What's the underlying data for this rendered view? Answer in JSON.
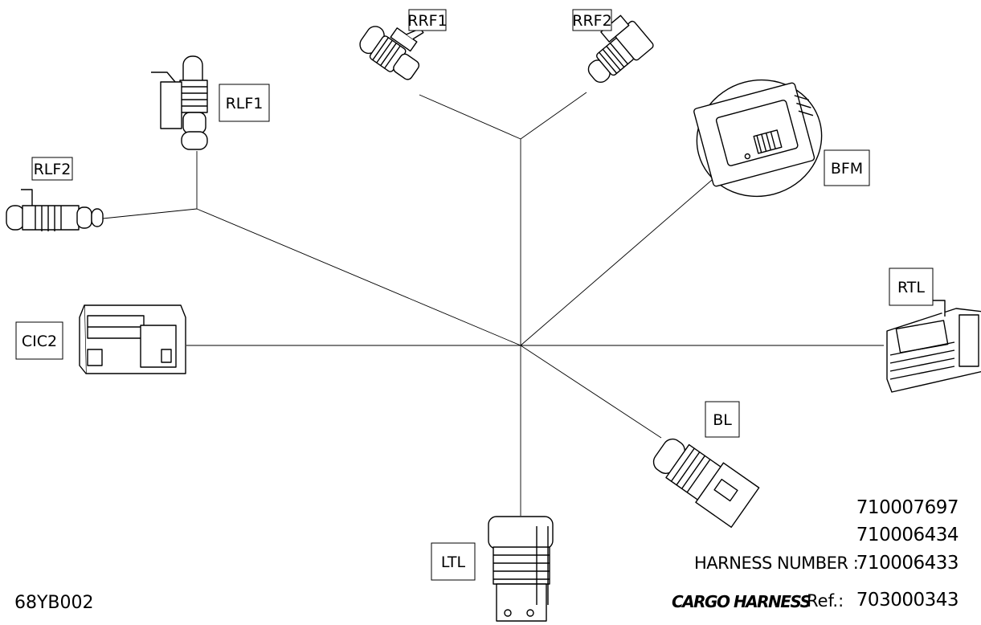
{
  "diagram": {
    "connectors": [
      {
        "id": "RRF1",
        "label": "RRF1"
      },
      {
        "id": "RRF2",
        "label": "RRF2"
      },
      {
        "id": "RLF1",
        "label": "RLF1"
      },
      {
        "id": "RLF2",
        "label": "RLF2"
      },
      {
        "id": "BFM",
        "label": "BFM"
      },
      {
        "id": "CIC2",
        "label": "CIC2"
      },
      {
        "id": "RTL",
        "label": "RTL"
      },
      {
        "id": "BL",
        "label": "BL"
      },
      {
        "id": "LTL",
        "label": "LTL"
      }
    ]
  },
  "info": {
    "part_numbers": [
      "710007697",
      "710006434",
      "710006433"
    ],
    "harness_number_label": "HARNESS NUMBER :",
    "title": "CARGO HARNESS",
    "ref_label": "Ref.:",
    "ref_number": "703000343",
    "drawing_code": "68YB002"
  }
}
